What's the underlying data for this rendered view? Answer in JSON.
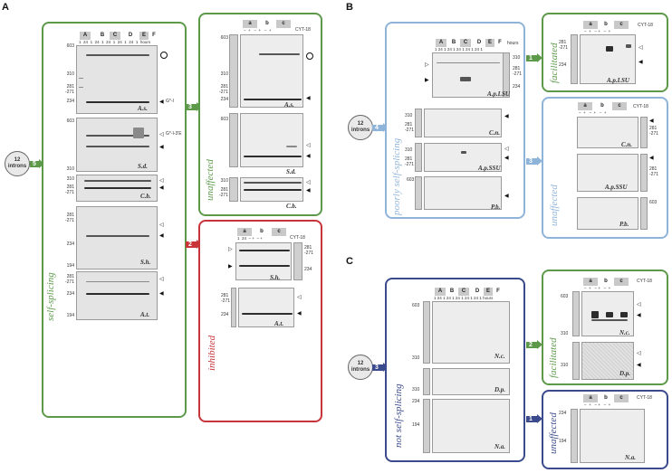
{
  "panels": {
    "A": "A",
    "B": "B",
    "C": "C"
  },
  "intron_label": {
    "count": "12",
    "word": "introns"
  },
  "header": {
    "lanes": [
      "A",
      "B",
      "C",
      "D",
      "E",
      "F"
    ],
    "times": [
      "1",
      "24",
      "1",
      "24",
      "1",
      "24",
      "1",
      "24",
      "1",
      "24",
      "1"
    ],
    "hours": "hours",
    "cyt_ab": [
      "a",
      "b",
      "c"
    ],
    "cyt_signs": [
      "–",
      "+",
      "–",
      "+",
      "–",
      "+"
    ],
    "cyt_label": "CYT-18"
  },
  "ladder_marks": {
    "m603": "603",
    "m310": "310",
    "m281": "281",
    "m271": "-271",
    "m234": "234",
    "m194": "194"
  },
  "section_A": {
    "vertical_label": "self-splicing",
    "unaffected": "unaffected",
    "inhibited": "inhibited",
    "arrow_5": "5",
    "arrow_3": "3",
    "arrow_2": "2",
    "gels": [
      {
        "species": "A.s.",
        "notes": [
          "G*-I"
        ]
      },
      {
        "species": "S.d.",
        "notes": [
          "G*-I-3'E"
        ]
      },
      {
        "species": "C.b."
      },
      {
        "species": "S.h."
      },
      {
        "species": "A.t."
      }
    ]
  },
  "section_B": {
    "vertical_label": "poorly self-splicing",
    "facilitated": "facilitated",
    "unaffected": "unaffected",
    "arrow_4": "4",
    "arrow_1": "1",
    "arrow_3": "3",
    "gels": [
      {
        "species": "A.p.LSU"
      },
      {
        "species": "C.n."
      },
      {
        "species": "A.p.SSU"
      },
      {
        "species": "P.b."
      }
    ]
  },
  "section_C": {
    "vertical_label": "not self-splicing",
    "facilitated": "facilitated",
    "unaffected": "unaffected",
    "arrow_3": "3",
    "arrow_2": "2",
    "arrow_1": "1",
    "gels": [
      {
        "species": "N.c."
      },
      {
        "species": "D.p."
      },
      {
        "species": "N.a."
      }
    ]
  },
  "colors": {
    "green": "#5c9a4a",
    "red": "#c8343a",
    "lightblue": "#8fb4d9",
    "navy": "#3b4a8c"
  }
}
